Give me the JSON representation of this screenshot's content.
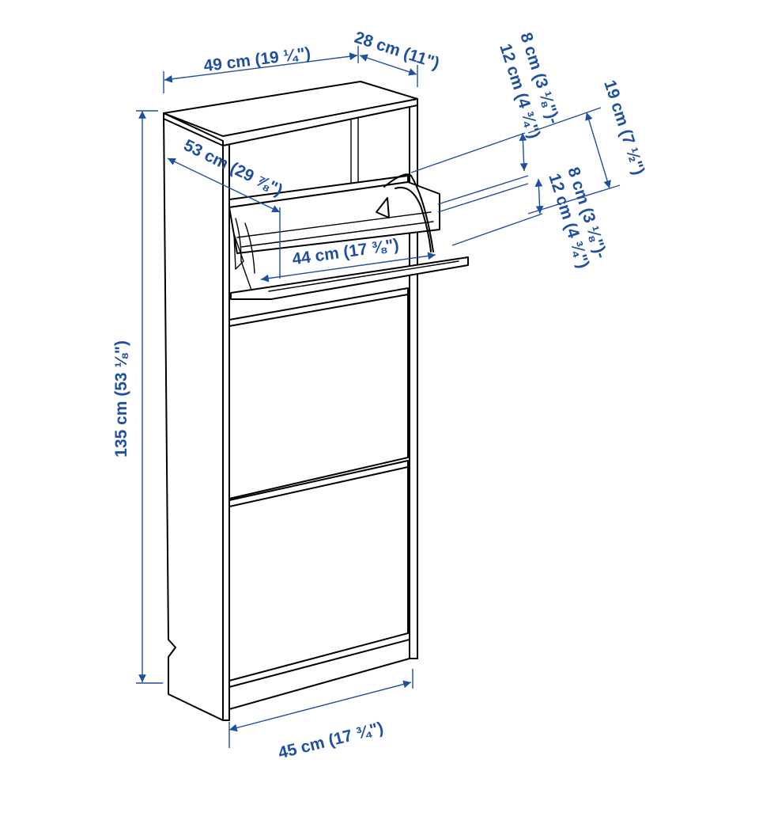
{
  "colors": {
    "dimension": "#1f4fa0",
    "outline": "#000000",
    "background": "#ffffff"
  },
  "dimensions": {
    "width_top": "49 cm (19 ¼\")",
    "depth_top": "28 cm (11\")",
    "open_door_depth": "53 cm (29 ⅞\")",
    "inner_width": "44 cm (17 ⅜\")",
    "compartment_1_line1": "8 cm (3 ⅛\")-",
    "compartment_1_line2": "12 cm (4 ¾\")",
    "spacing_total": "19 cm (7 ½\")",
    "compartment_2_line1": "8 cm (3 ⅛\")-",
    "compartment_2_line2": "12 cm (4 ¾\")",
    "height": "135 cm (53 ⅛\")",
    "width_bottom": "45 cm (17 ¾\")"
  }
}
